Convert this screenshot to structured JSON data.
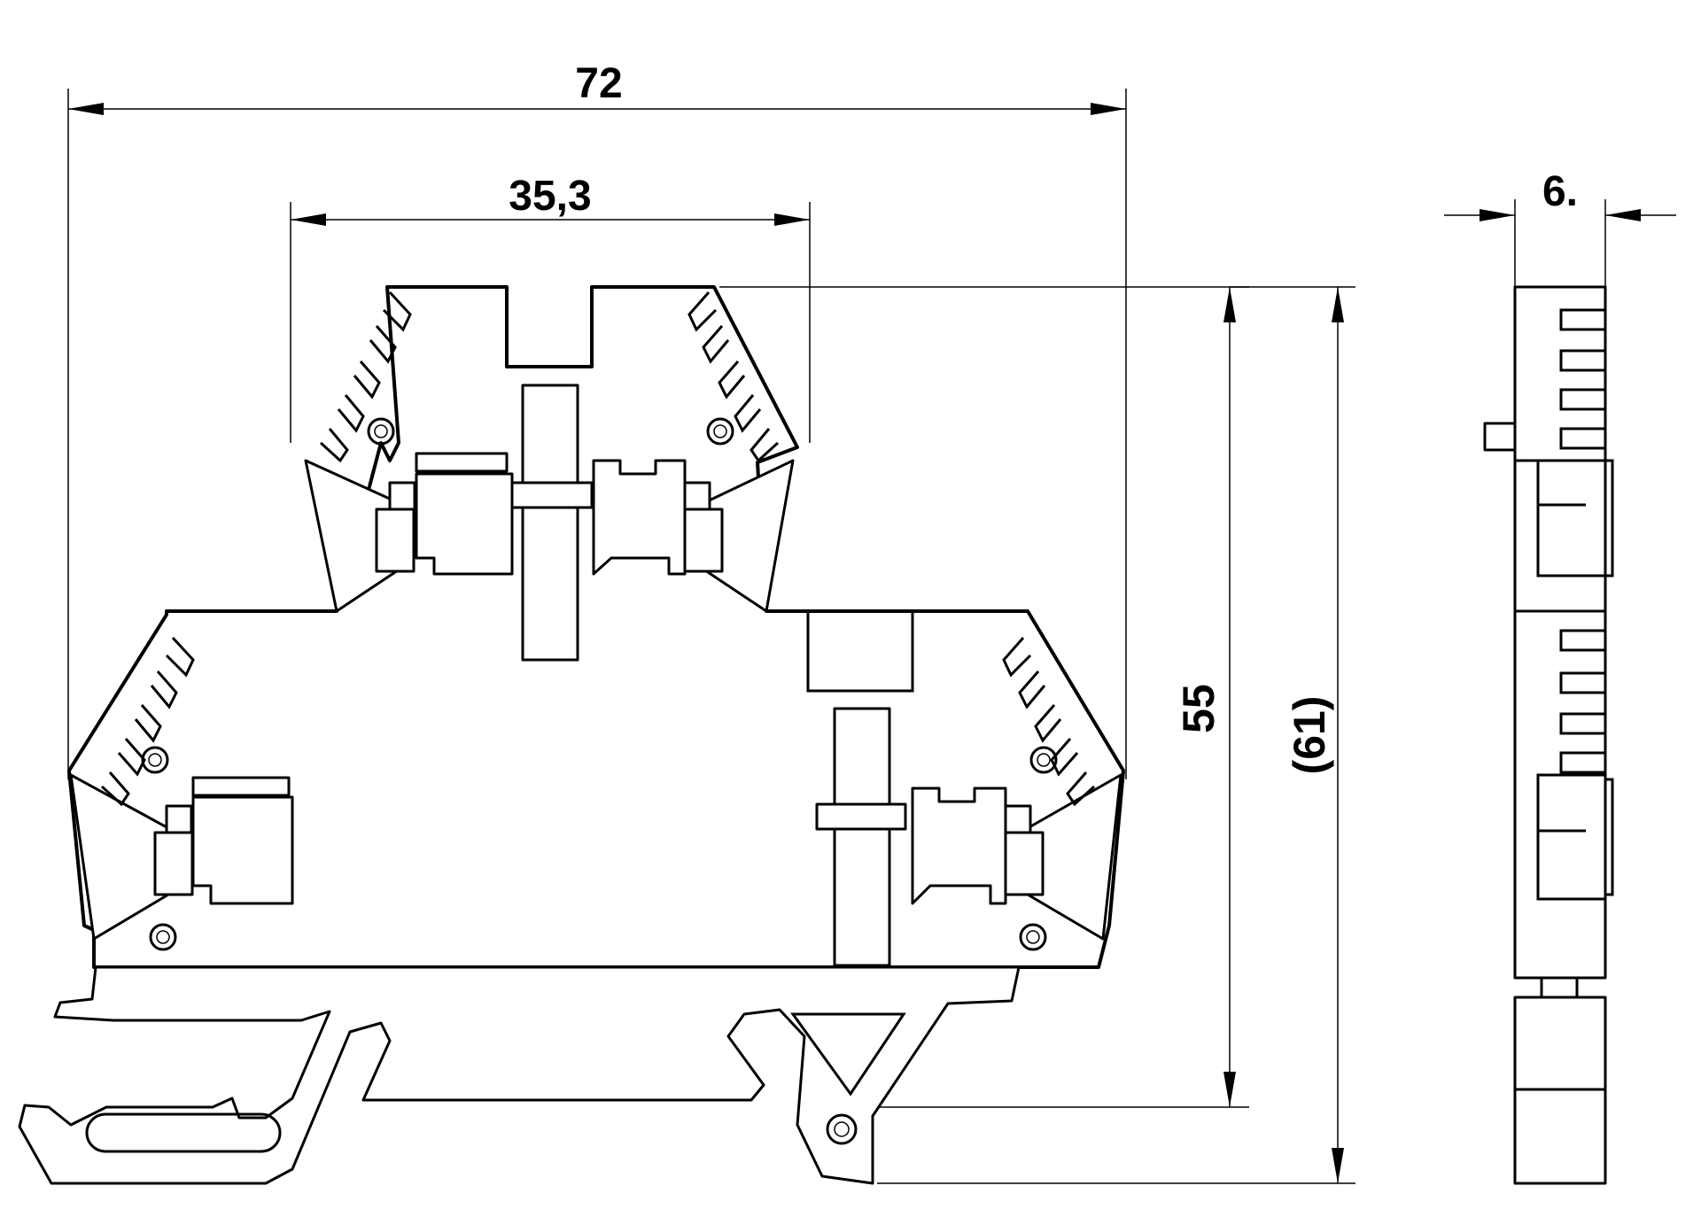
{
  "dimensions": {
    "overall_width": "72",
    "upper_width": "35,3",
    "side_width": "6.",
    "height": "55",
    "height_ref": "(61)"
  }
}
